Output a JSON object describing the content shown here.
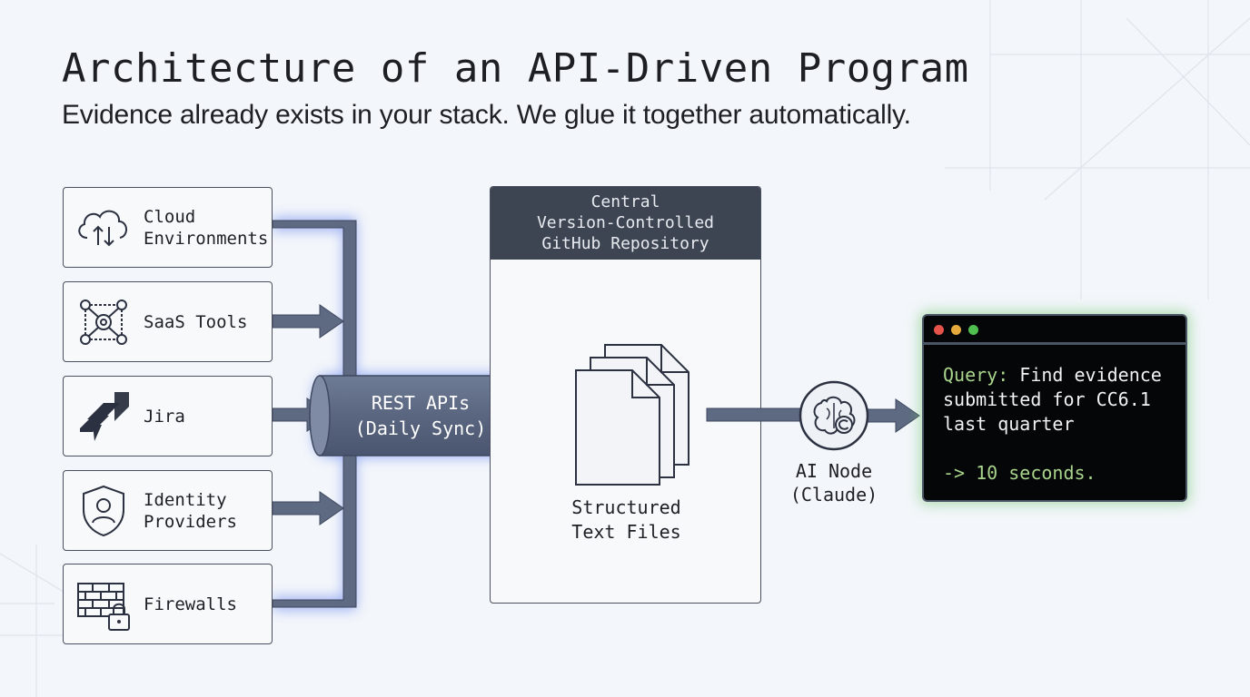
{
  "title": "Architecture of an API-Driven Program",
  "subtitle": "Evidence already exists in your stack. We glue it together automatically.",
  "sources": [
    {
      "label": "Cloud\nEnvironments",
      "icon": "cloud-sync-icon"
    },
    {
      "label": "SaaS Tools",
      "icon": "gears-network-icon"
    },
    {
      "label": "Jira",
      "icon": "jira-logo-icon"
    },
    {
      "label": "Identity\nProviders",
      "icon": "shield-user-icon"
    },
    {
      "label": "Firewalls",
      "icon": "brick-wall-lock-icon"
    }
  ],
  "api": {
    "label": "REST APIs\n(Daily Sync)"
  },
  "repo": {
    "header": "Central\nVersion-Controlled\nGitHub Repository",
    "files_label": "Structured\nText Files"
  },
  "ai_node": {
    "label": "AI Node\n(Claude)",
    "icon": "brain-claude-icon"
  },
  "terminal": {
    "query_key": "Query:",
    "query_text": " Find evidence\nsubmitted for CC6.1\nlast quarter",
    "result": "-> 10 seconds."
  },
  "colors": {
    "arrow": "#5e6a82",
    "pipe_glow": "#6f8ff0",
    "repo_header": "#3d4452",
    "terminal_bg": "#050608",
    "terminal_glow": "#78c878",
    "terminal_accent": "#a9d48c",
    "dot_red": "#e5534b",
    "dot_yellow": "#e6a93b",
    "dot_green": "#4fbf4f"
  }
}
